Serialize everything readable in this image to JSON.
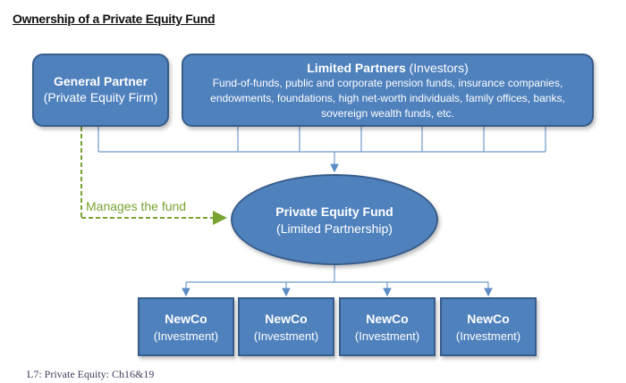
{
  "title": "Ownership of a Private Equity Fund",
  "general_partner": {
    "name": "General Partner",
    "detail": "(Private Equity Firm)"
  },
  "limited_partners": {
    "name": "Limited Partners",
    "tag": "(Investors)",
    "line1": "Fund-of-funds, public and corporate pension funds, insurance companies,",
    "line2": "endowments, foundations, high net-worth individuals, family offices, banks,",
    "line3": "sovereign wealth funds, etc."
  },
  "manages_label": "Manages the fund",
  "fund": {
    "name": "Private Equity Fund",
    "detail": "(Limited Partnership)"
  },
  "investments": [
    {
      "name": "NewCo",
      "detail": "(Investment)"
    },
    {
      "name": "NewCo",
      "detail": "(Investment)"
    },
    {
      "name": "NewCo",
      "detail": "(Investment)"
    },
    {
      "name": "NewCo",
      "detail": "(Investment)"
    }
  ],
  "footer": "L7: Private Equity: Ch16&19",
  "colors": {
    "box_fill": "#4f81bd",
    "box_border": "#385d8a",
    "connector": "#5b8cc6",
    "manage": "#77a332"
  }
}
